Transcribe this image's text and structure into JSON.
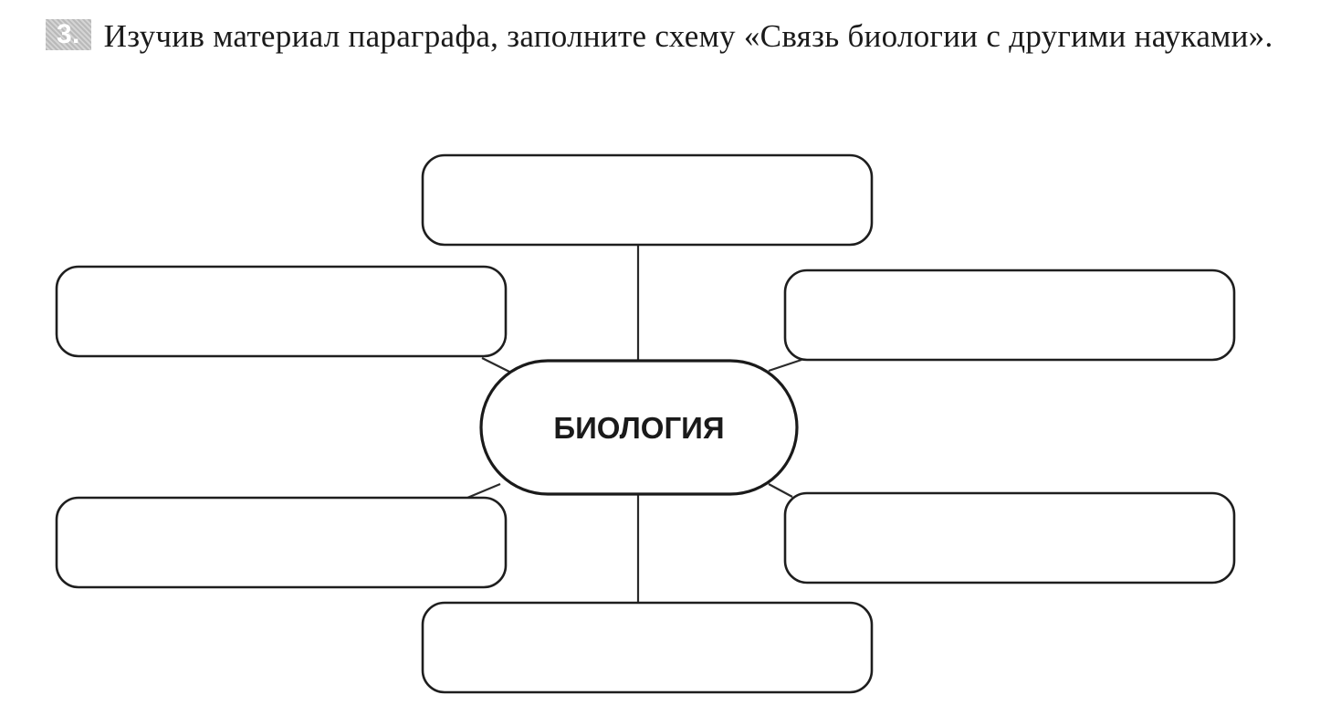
{
  "task": {
    "number": "3.",
    "text": "Изучив материал параграфа, заполните схему «Связь биологии с другими науками»."
  },
  "scheme": {
    "center_label": "БИОЛОГИЯ",
    "boxes": [
      {
        "id": "top",
        "text": ""
      },
      {
        "id": "upper-left",
        "text": ""
      },
      {
        "id": "upper-right",
        "text": ""
      },
      {
        "id": "lower-left",
        "text": ""
      },
      {
        "id": "lower-right",
        "text": ""
      },
      {
        "id": "bottom",
        "text": ""
      }
    ]
  }
}
